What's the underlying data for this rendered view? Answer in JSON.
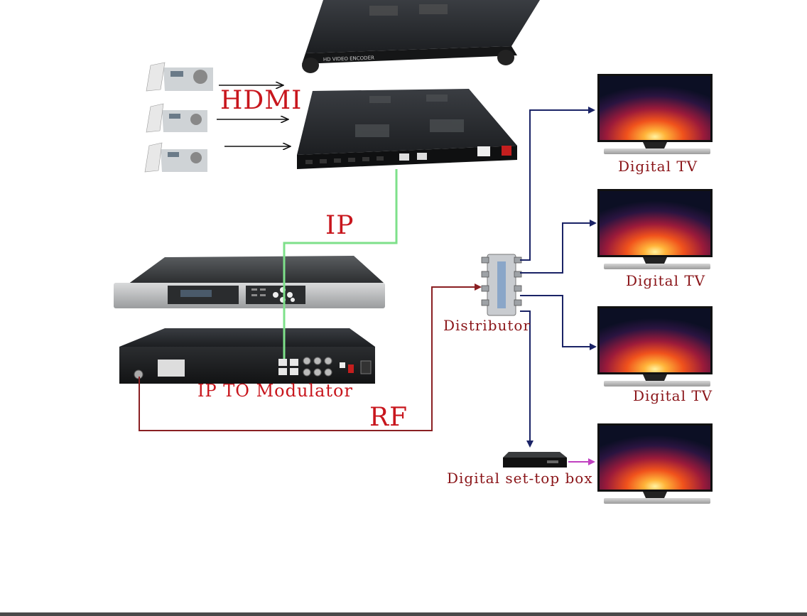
{
  "labels": {
    "hdmi": "HDMI",
    "ip": "IP",
    "modulator": "IP TO Modulator",
    "rf": "RF",
    "distributor": "Distributor",
    "tv1": "Digital TV",
    "tv2": "Digital TV",
    "tv3": "Digital TV",
    "stb": "Digital set-top box"
  },
  "device_text": {
    "encoder_brand": "HD VIDEO ENCODER"
  },
  "colors": {
    "label_red": "#c8161d",
    "ip_line": "#7ee08a",
    "rf_line": "#8a1f22",
    "distribution_line": "#1a2366",
    "stb_to_tv_line": "#c040c0",
    "hdmi_arrow": "#111111"
  }
}
